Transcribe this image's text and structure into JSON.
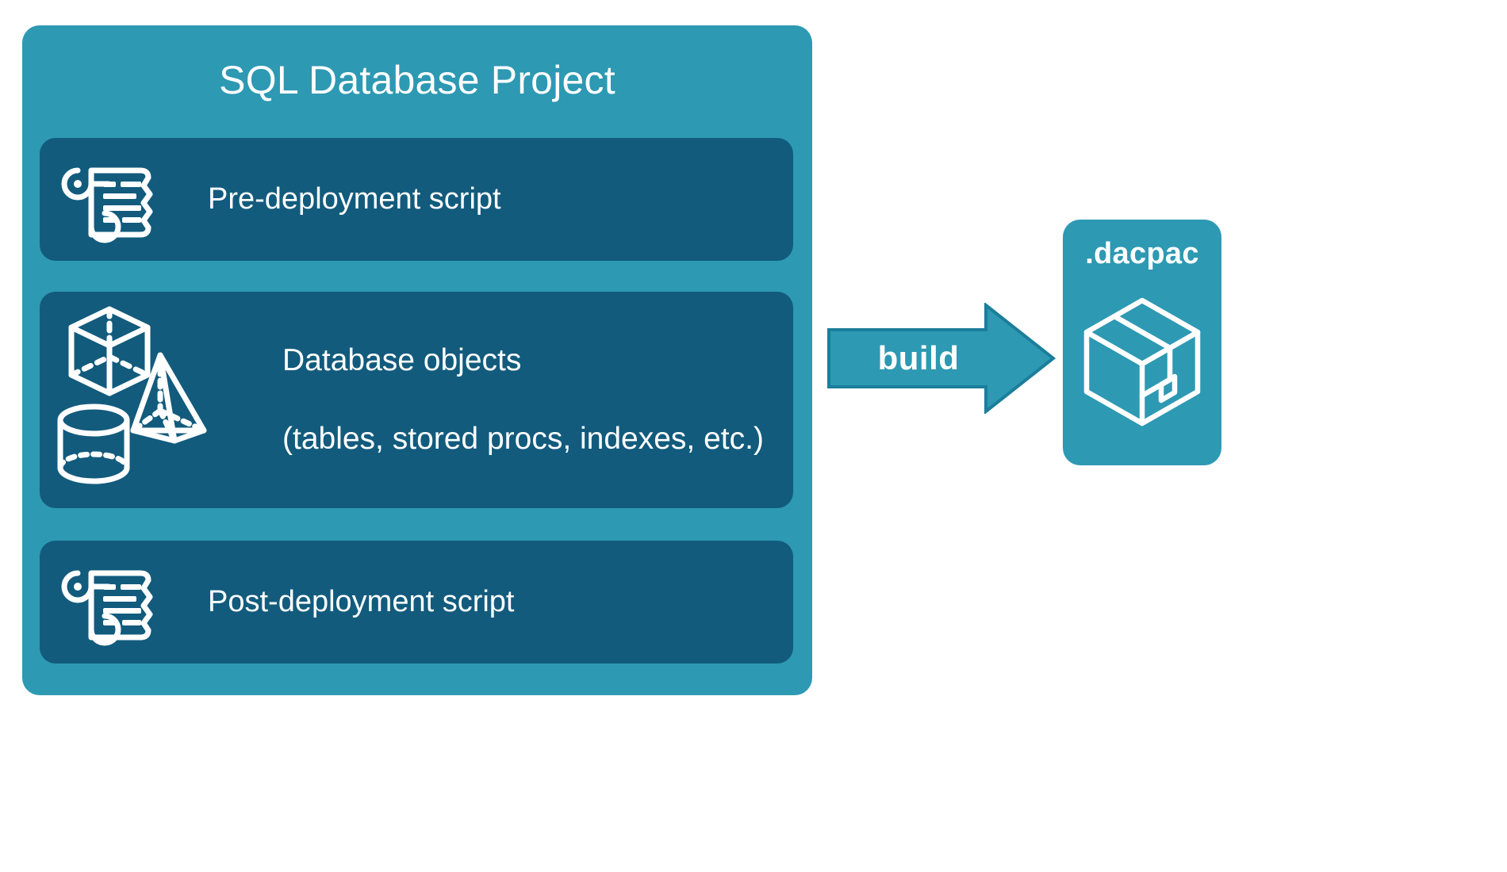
{
  "diagram": {
    "title": "SQL Database Project",
    "background_color": "#ffffff",
    "container_color": "#2d99b3",
    "card_color": "#125b7d",
    "text_color": "#ffffff",
    "outline_color": "#1b7e9b",
    "cards": [
      {
        "id": "pre-deployment",
        "label": "Pre-deployment script",
        "icon": "scroll-icon"
      },
      {
        "id": "database-objects",
        "label": "Database objects\n(tables, stored procs, indexes, etc.)",
        "line1": "Database objects",
        "line2": "(tables, stored procs, indexes, etc.)",
        "icons": [
          "cube-icon",
          "pyramid-icon",
          "cylinder-icon"
        ]
      },
      {
        "id": "post-deployment",
        "label": "Post-deployment script",
        "icon": "scroll-icon"
      }
    ],
    "arrow": {
      "label": "build",
      "direction": "right",
      "fill": "#2d99b3",
      "stroke": "#1b7e9b"
    },
    "output": {
      "label": ".dacpac",
      "icon": "package-box-icon",
      "fill": "#2d99b3"
    }
  }
}
